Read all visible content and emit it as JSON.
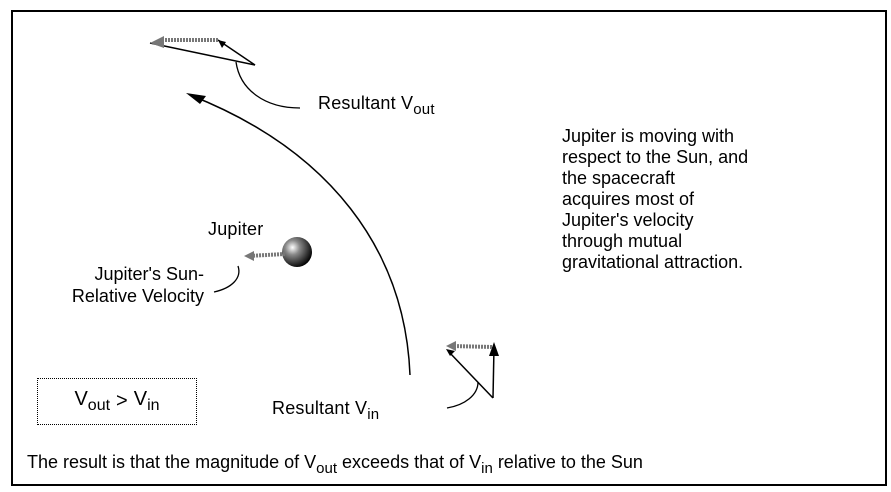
{
  "labels": {
    "resultant_out_prefix": "Resultant V",
    "resultant_out_sub": "out",
    "resultant_in_prefix": "Resultant V",
    "resultant_in_sub": "in",
    "jupiter": "Jupiter",
    "jupiter_velocity_line1": "Jupiter's Sun-",
    "jupiter_velocity_line2": "Relative Velocity"
  },
  "explanation": [
    "Jupiter is moving with",
    "respect to the Sun, and",
    "the spacecraft",
    "acquires most of",
    "Jupiter's velocity",
    "through mutual",
    " gravitational attraction."
  ],
  "comparison": {
    "v": "V",
    "out_sub": "out",
    "gt": ">",
    "in_sub": "in"
  },
  "footer": {
    "part1": "The result is that the magnitude of V",
    "sub_out": "out",
    "part2": " exceeds that of V",
    "sub_in": "in",
    "part3": " relative to the Sun"
  }
}
